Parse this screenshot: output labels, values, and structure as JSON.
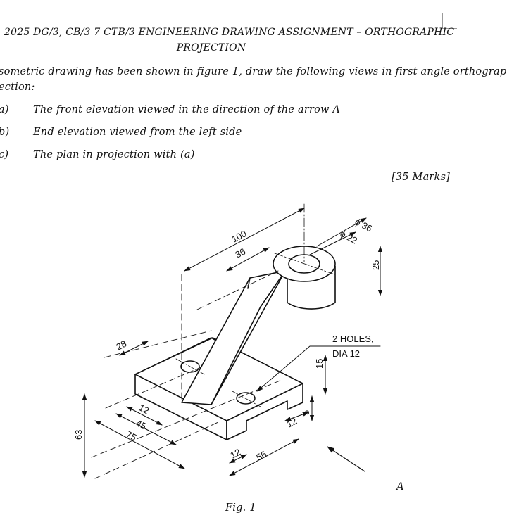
{
  "header": {
    "title_line1": "2025 DG/3, CB/3 7 CTB/3 ENGINEERING DRAWING ASSIGNMENT – ORTHOGRAPHIC",
    "title_line2": "PROJECTION"
  },
  "intro": {
    "line1": "sometric drawing has been shown in figure 1, draw the following views in first angle orthographic",
    "line2": "ection:"
  },
  "questions": [
    {
      "label": "a)",
      "text": "The front elevation viewed in the direction of the arrow A"
    },
    {
      "label": "b)",
      "text": "End elevation viewed from the left side"
    },
    {
      "label": "c)",
      "text": "The plan in projection with (a)"
    }
  ],
  "marks": "[35 Marks]",
  "figure": {
    "caption": "Fig. 1",
    "arrow_label": "A",
    "note_line1": "2 HOLES,",
    "note_line2": "DIA 12",
    "dimensions": {
      "d100": "100",
      "d36": "36",
      "dphi36": "ϕ 36",
      "dphi22": "ϕ 22",
      "d25": "25",
      "d28": "28",
      "d15": "15",
      "d63": "63",
      "d12a": "12",
      "d45": "45",
      "d75": "75",
      "d5": "5",
      "d12b": "12",
      "d12c": "12",
      "d56": "56"
    }
  }
}
